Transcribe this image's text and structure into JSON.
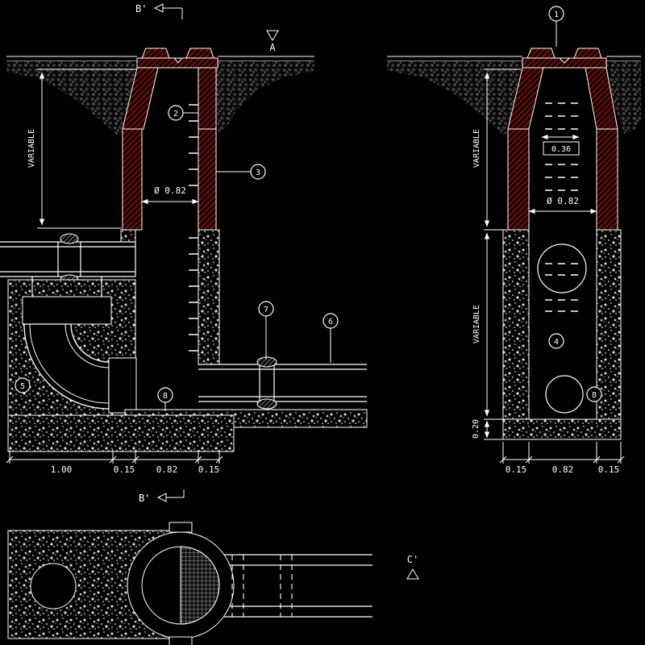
{
  "drawing": {
    "colors": {
      "background": "#000000",
      "line": "#ffffff",
      "wall_hatch": "#a01515"
    },
    "left": {
      "marker_b_top": "B'",
      "marker_b_bottom": "B'",
      "marker_a": "A",
      "variable": "VARIABLE",
      "dia": "Ø 0.82",
      "dims": [
        "1.00",
        "0.15",
        "0.82",
        "0.15"
      ],
      "callouts": {
        "c2": "2",
        "c3": "3",
        "c5": "5",
        "c6": "6",
        "c7": "7",
        "c8": "8"
      }
    },
    "right": {
      "callouts": {
        "c1": "1",
        "c4": "4",
        "c8": "8"
      },
      "variable_upper": "VARIABLE",
      "variable_lower": "VARIABLE",
      "dim_step": "0.36",
      "dia": "Ø 0.82",
      "dim_base": "0.20",
      "dims": [
        "0.15",
        "0.82",
        "0.15"
      ]
    },
    "plan": {
      "marker_c": "C'"
    }
  }
}
